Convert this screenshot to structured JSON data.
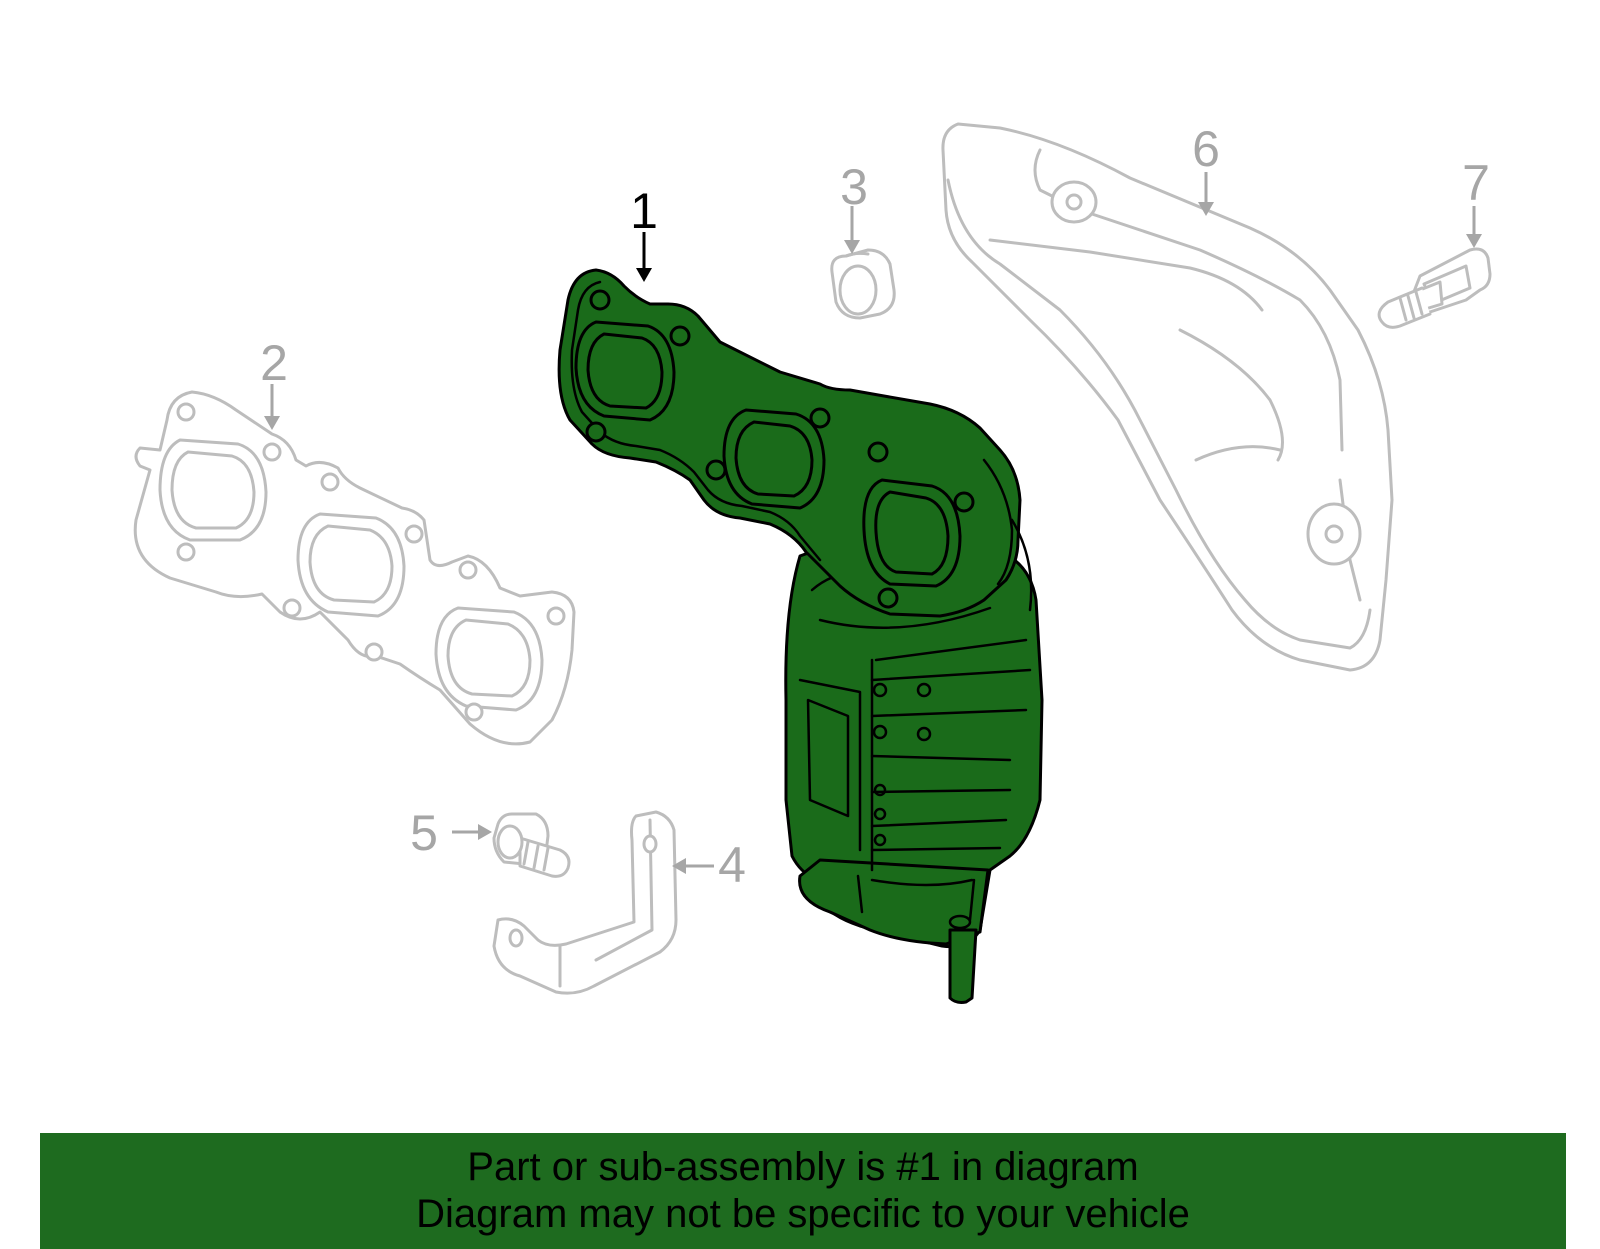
{
  "diagram": {
    "highlight_color": "#1a6b1a",
    "ghost_color": "#bdbdbd",
    "callouts": {
      "c1": "1",
      "c2": "2",
      "c3": "3",
      "c4": "4",
      "c5": "5",
      "c6": "6",
      "c7": "7"
    },
    "parts": {
      "p1": "catalytic-converter-manifold",
      "p2": "manifold-gasket",
      "p3": "nut",
      "p4": "bracket",
      "p5": "bolt",
      "p6": "heat-shield",
      "p7": "bolt"
    }
  },
  "banner": {
    "line1": "Part or sub-assembly is #1 in diagram",
    "line2": "Diagram may not be specific to your vehicle",
    "background": "#1e6b1f"
  }
}
